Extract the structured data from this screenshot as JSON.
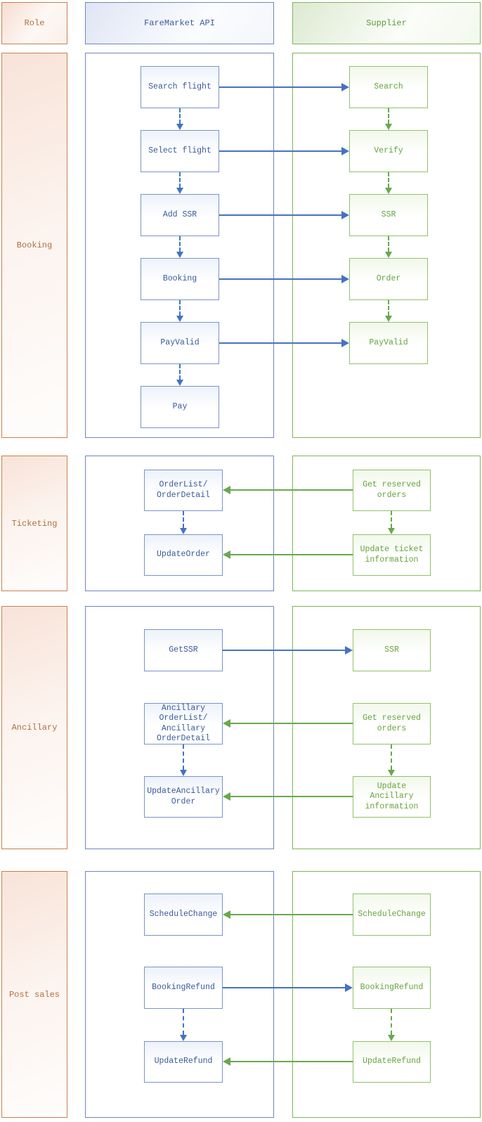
{
  "header": {
    "role": "Role",
    "api": "FareMarket API",
    "supplier": "Supplier"
  },
  "sections": [
    {
      "label": "Booking",
      "api_nodes": [
        "Search flight",
        "Select flight",
        "Add SSR",
        "Booking",
        "PayValid",
        "Pay"
      ],
      "supplier_nodes": [
        "Search",
        "Verify",
        "SSR",
        "Order",
        "PayValid"
      ]
    },
    {
      "label": "Ticketing",
      "api_nodes": [
        "OrderList/\nOrderDetail",
        "UpdateOrder"
      ],
      "supplier_nodes": [
        "Get reserved\norders",
        "Update ticket\ninformation"
      ]
    },
    {
      "label": "Ancillary",
      "api_nodes": [
        "GetSSR",
        "Ancillary\nOrderList/\nAncillary\nOrderDetail",
        "UpdateAncillary\nOrder"
      ],
      "supplier_nodes": [
        "SSR",
        "Get reserved\norders",
        "Update\nAncillary\ninformation"
      ]
    },
    {
      "label": "Post sales",
      "api_nodes": [
        "ScheduleChange",
        "BookingRefund",
        "UpdateRefund"
      ],
      "supplier_nodes": [
        "ScheduleChange",
        "BookingRefund",
        "UpdateRefund"
      ]
    }
  ],
  "colors": {
    "orange_border": "#C9804F",
    "orange_text": "#B0703E",
    "blue_border": "#7286BD",
    "blue_node_border": "#7C93C9",
    "blue_text": "#3A5A99",
    "blue_arrow": "#4472C4",
    "green_border": "#81B45A",
    "green_node_border": "#93BF6D",
    "green_text": "#67A33C",
    "green_arrow": "#69A84F"
  }
}
